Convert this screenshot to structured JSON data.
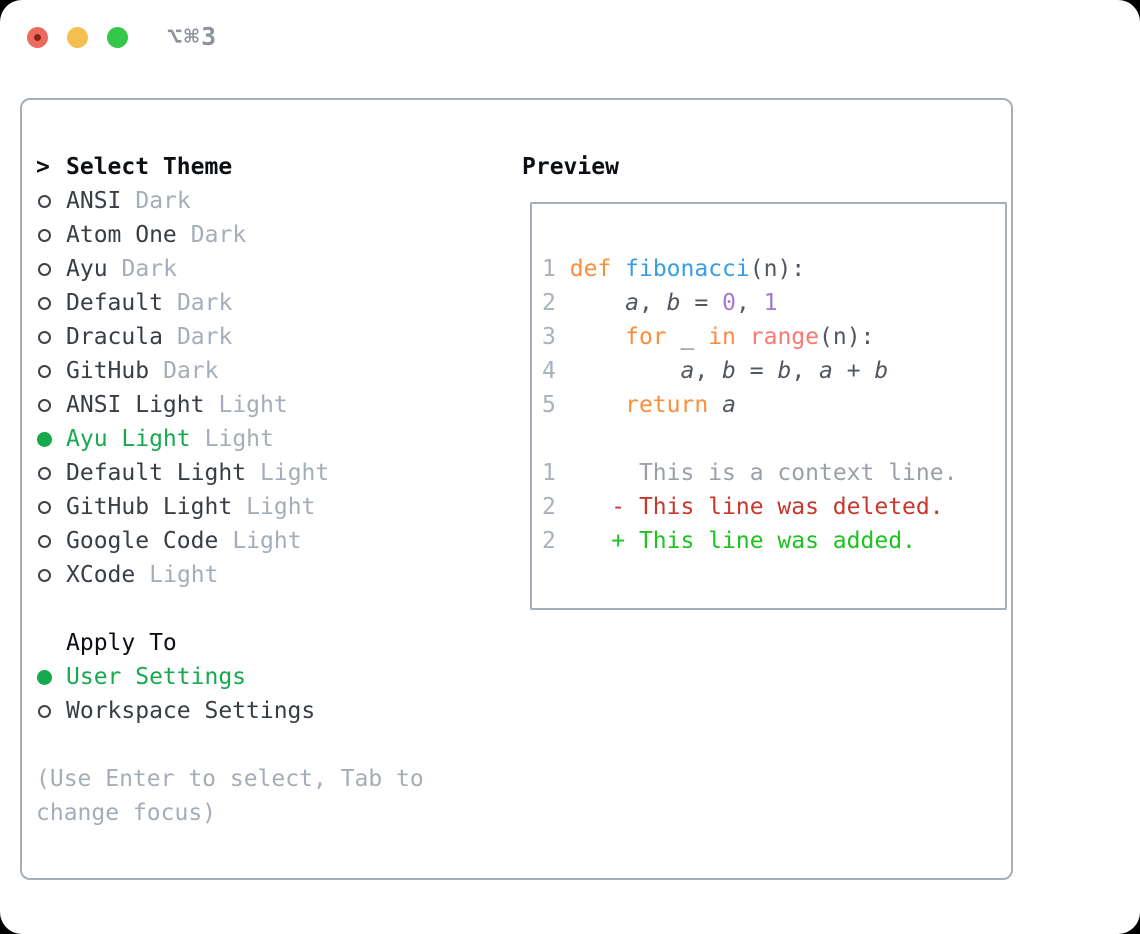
{
  "window": {
    "title_shortcut": "⌥⌘3",
    "traffic_lights": [
      {
        "name": "close",
        "color": "#ED6A5E",
        "has_dot": true
      },
      {
        "name": "minimize",
        "color": "#F4BE50",
        "has_dot": false
      },
      {
        "name": "zoom",
        "color": "#34C748",
        "has_dot": false
      }
    ]
  },
  "theme_selector": {
    "header_prefix": ">",
    "header": "Select Theme",
    "themes": [
      {
        "name": "ANSI",
        "variant": "Dark",
        "selected": false
      },
      {
        "name": "Atom One",
        "variant": "Dark",
        "selected": false
      },
      {
        "name": "Ayu",
        "variant": "Dark",
        "selected": false
      },
      {
        "name": "Default",
        "variant": "Dark",
        "selected": false
      },
      {
        "name": "Dracula",
        "variant": "Dark",
        "selected": false
      },
      {
        "name": "GitHub",
        "variant": "Dark",
        "selected": false
      },
      {
        "name": "ANSI Light",
        "variant": "Light",
        "selected": false
      },
      {
        "name": "Ayu Light",
        "variant": "Light",
        "selected": true
      },
      {
        "name": "Default Light",
        "variant": "Light",
        "selected": false
      },
      {
        "name": "GitHub Light",
        "variant": "Light",
        "selected": false
      },
      {
        "name": "Google Code",
        "variant": "Light",
        "selected": false
      },
      {
        "name": "XCode",
        "variant": "Light",
        "selected": false
      }
    ],
    "apply_to": {
      "header": "Apply To",
      "options": [
        {
          "label": "User Settings",
          "selected": true
        },
        {
          "label": "Workspace Settings",
          "selected": false
        }
      ]
    },
    "hint": "(Use Enter to select, Tab to change focus)"
  },
  "preview": {
    "header": "Preview",
    "lines": [
      {
        "num": "1",
        "tokens": [
          {
            "text": " ",
            "cls": "plain"
          },
          {
            "text": "def",
            "cls": "keyword"
          },
          {
            "text": " ",
            "cls": "plain"
          },
          {
            "text": "fibonacci",
            "cls": "function"
          },
          {
            "text": "(n):",
            "cls": "plain"
          }
        ]
      },
      {
        "num": "2",
        "tokens": [
          {
            "text": "     ",
            "cls": "plain"
          },
          {
            "text": "a",
            "cls": "ident"
          },
          {
            "text": ", ",
            "cls": "plain"
          },
          {
            "text": "b",
            "cls": "ident"
          },
          {
            "text": " = ",
            "cls": "plain"
          },
          {
            "text": "0",
            "cls": "number"
          },
          {
            "text": ", ",
            "cls": "plain"
          },
          {
            "text": "1",
            "cls": "number"
          }
        ]
      },
      {
        "num": "3",
        "tokens": [
          {
            "text": "     ",
            "cls": "plain"
          },
          {
            "text": "for",
            "cls": "keyword"
          },
          {
            "text": " _ ",
            "cls": "plain"
          },
          {
            "text": "in",
            "cls": "keyword"
          },
          {
            "text": " ",
            "cls": "plain"
          },
          {
            "text": "range",
            "cls": "builtin"
          },
          {
            "text": "(n):",
            "cls": "plain"
          }
        ]
      },
      {
        "num": "4",
        "tokens": [
          {
            "text": "         ",
            "cls": "plain"
          },
          {
            "text": "a",
            "cls": "ident"
          },
          {
            "text": ", ",
            "cls": "plain"
          },
          {
            "text": "b",
            "cls": "ident"
          },
          {
            "text": " = ",
            "cls": "plain"
          },
          {
            "text": "b",
            "cls": "ident"
          },
          {
            "text": ", ",
            "cls": "plain"
          },
          {
            "text": "a",
            "cls": "ident"
          },
          {
            "text": " + ",
            "cls": "plain"
          },
          {
            "text": "b",
            "cls": "ident"
          }
        ]
      },
      {
        "num": "5",
        "tokens": [
          {
            "text": "     ",
            "cls": "plain"
          },
          {
            "text": "return",
            "cls": "keyword"
          },
          {
            "text": " ",
            "cls": "plain"
          },
          {
            "text": "a",
            "cls": "ident"
          }
        ]
      },
      {
        "num": "",
        "tokens": []
      },
      {
        "num": "1",
        "tokens": [
          {
            "text": "      ",
            "cls": "plain"
          },
          {
            "text": "This is a context line.",
            "cls": "context"
          }
        ]
      },
      {
        "num": "2",
        "tokens": [
          {
            "text": "    ",
            "cls": "plain"
          },
          {
            "text": "- This line was deleted.",
            "cls": "deleted"
          }
        ]
      },
      {
        "num": "2",
        "tokens": [
          {
            "text": "    ",
            "cls": "plain"
          },
          {
            "text": "+ This line was added.",
            "cls": "added"
          }
        ]
      }
    ]
  },
  "colors": {
    "keyword_orange": "#FA8D3E",
    "function_blue": "#399EE6",
    "builtin_coral": "#F87971",
    "number_purple": "#A37ACC",
    "code_plain": "#515760",
    "selected_green": "#17A94E",
    "added_green": "#1DC31F",
    "deleted_red": "#C8372D",
    "muted_gray": "#A5ADB8",
    "context_gray": "#9AA0A7",
    "line_number_gray": "#A9B1BB",
    "border_gray": "#A6AEB8"
  }
}
